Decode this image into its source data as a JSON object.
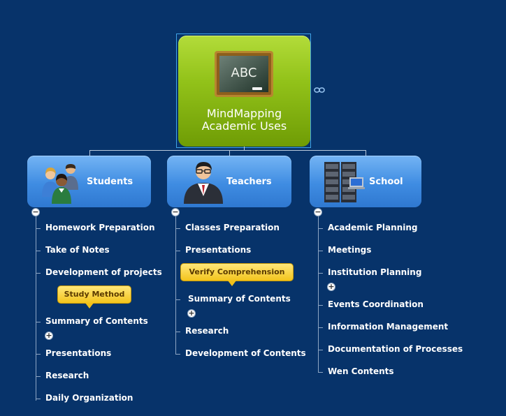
{
  "root": {
    "title_line1": "MindMapping",
    "title_line2": "Academic Uses",
    "board_text": "ABC"
  },
  "topics": [
    {
      "label": "Students",
      "items": [
        "Homework Preparation",
        "Take of Notes",
        "Development of projects",
        "Summary of Contents",
        "Presentations",
        "Research",
        "Daily Organization"
      ],
      "callout": "Study Method"
    },
    {
      "label": "Teachers",
      "items": [
        "Classes Preparation",
        "Presentations",
        "Summary of Contents",
        "Research",
        "Development of Contents"
      ],
      "callout": "Verify Comprehension"
    },
    {
      "label": "School",
      "items": [
        "Academic Planning",
        "Meetings",
        "Institution Planning",
        "Events Coordination",
        "Information Management",
        "Documentation of Processes",
        "Wen Contents"
      ]
    }
  ],
  "glyphs": {
    "collapse": "−",
    "expand": "+"
  },
  "colors": {
    "background": "#07336a",
    "root_green": "#8ec21a",
    "topic_blue": "#3f8ce2",
    "callout_yellow": "#f3c41c"
  }
}
